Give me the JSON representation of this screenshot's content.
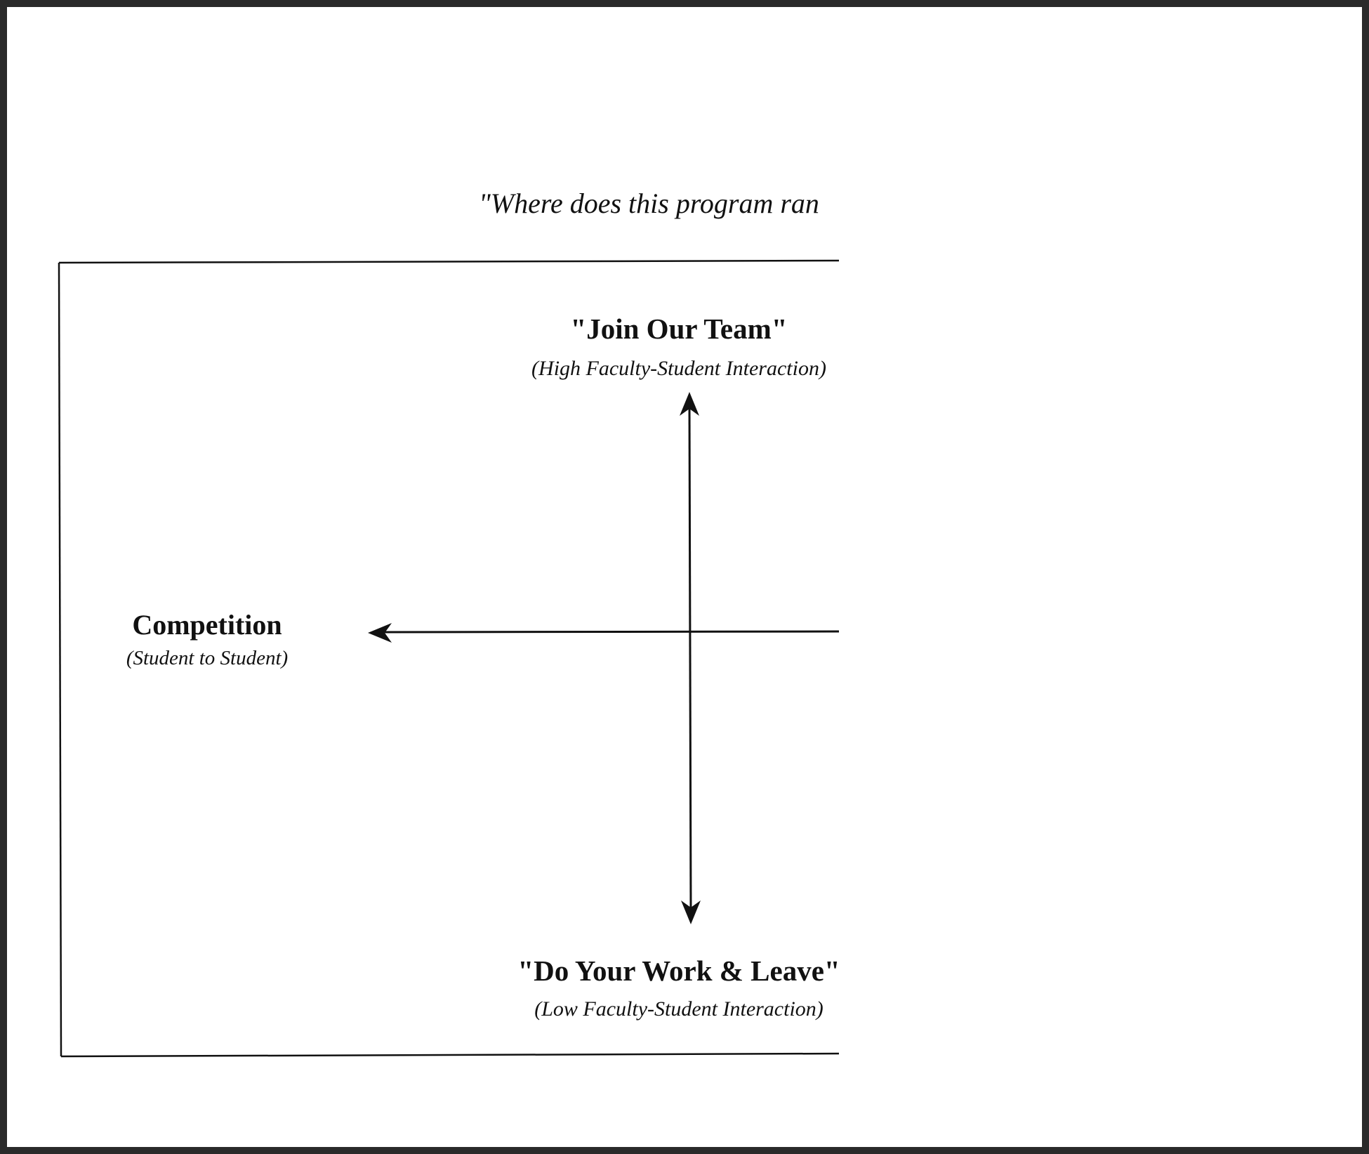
{
  "prompt": "\"Where does this program ran",
  "top_pole": {
    "title": "\"Join Our Team\"",
    "subtitle": "(High Faculty-Student Interaction)"
  },
  "bottom_pole": {
    "title": "\"Do Your Work & Leave\"",
    "subtitle": "(Low Faculty-Student Interaction)"
  },
  "left_pole": {
    "title": "Competition",
    "subtitle": "(Student to Student)"
  }
}
